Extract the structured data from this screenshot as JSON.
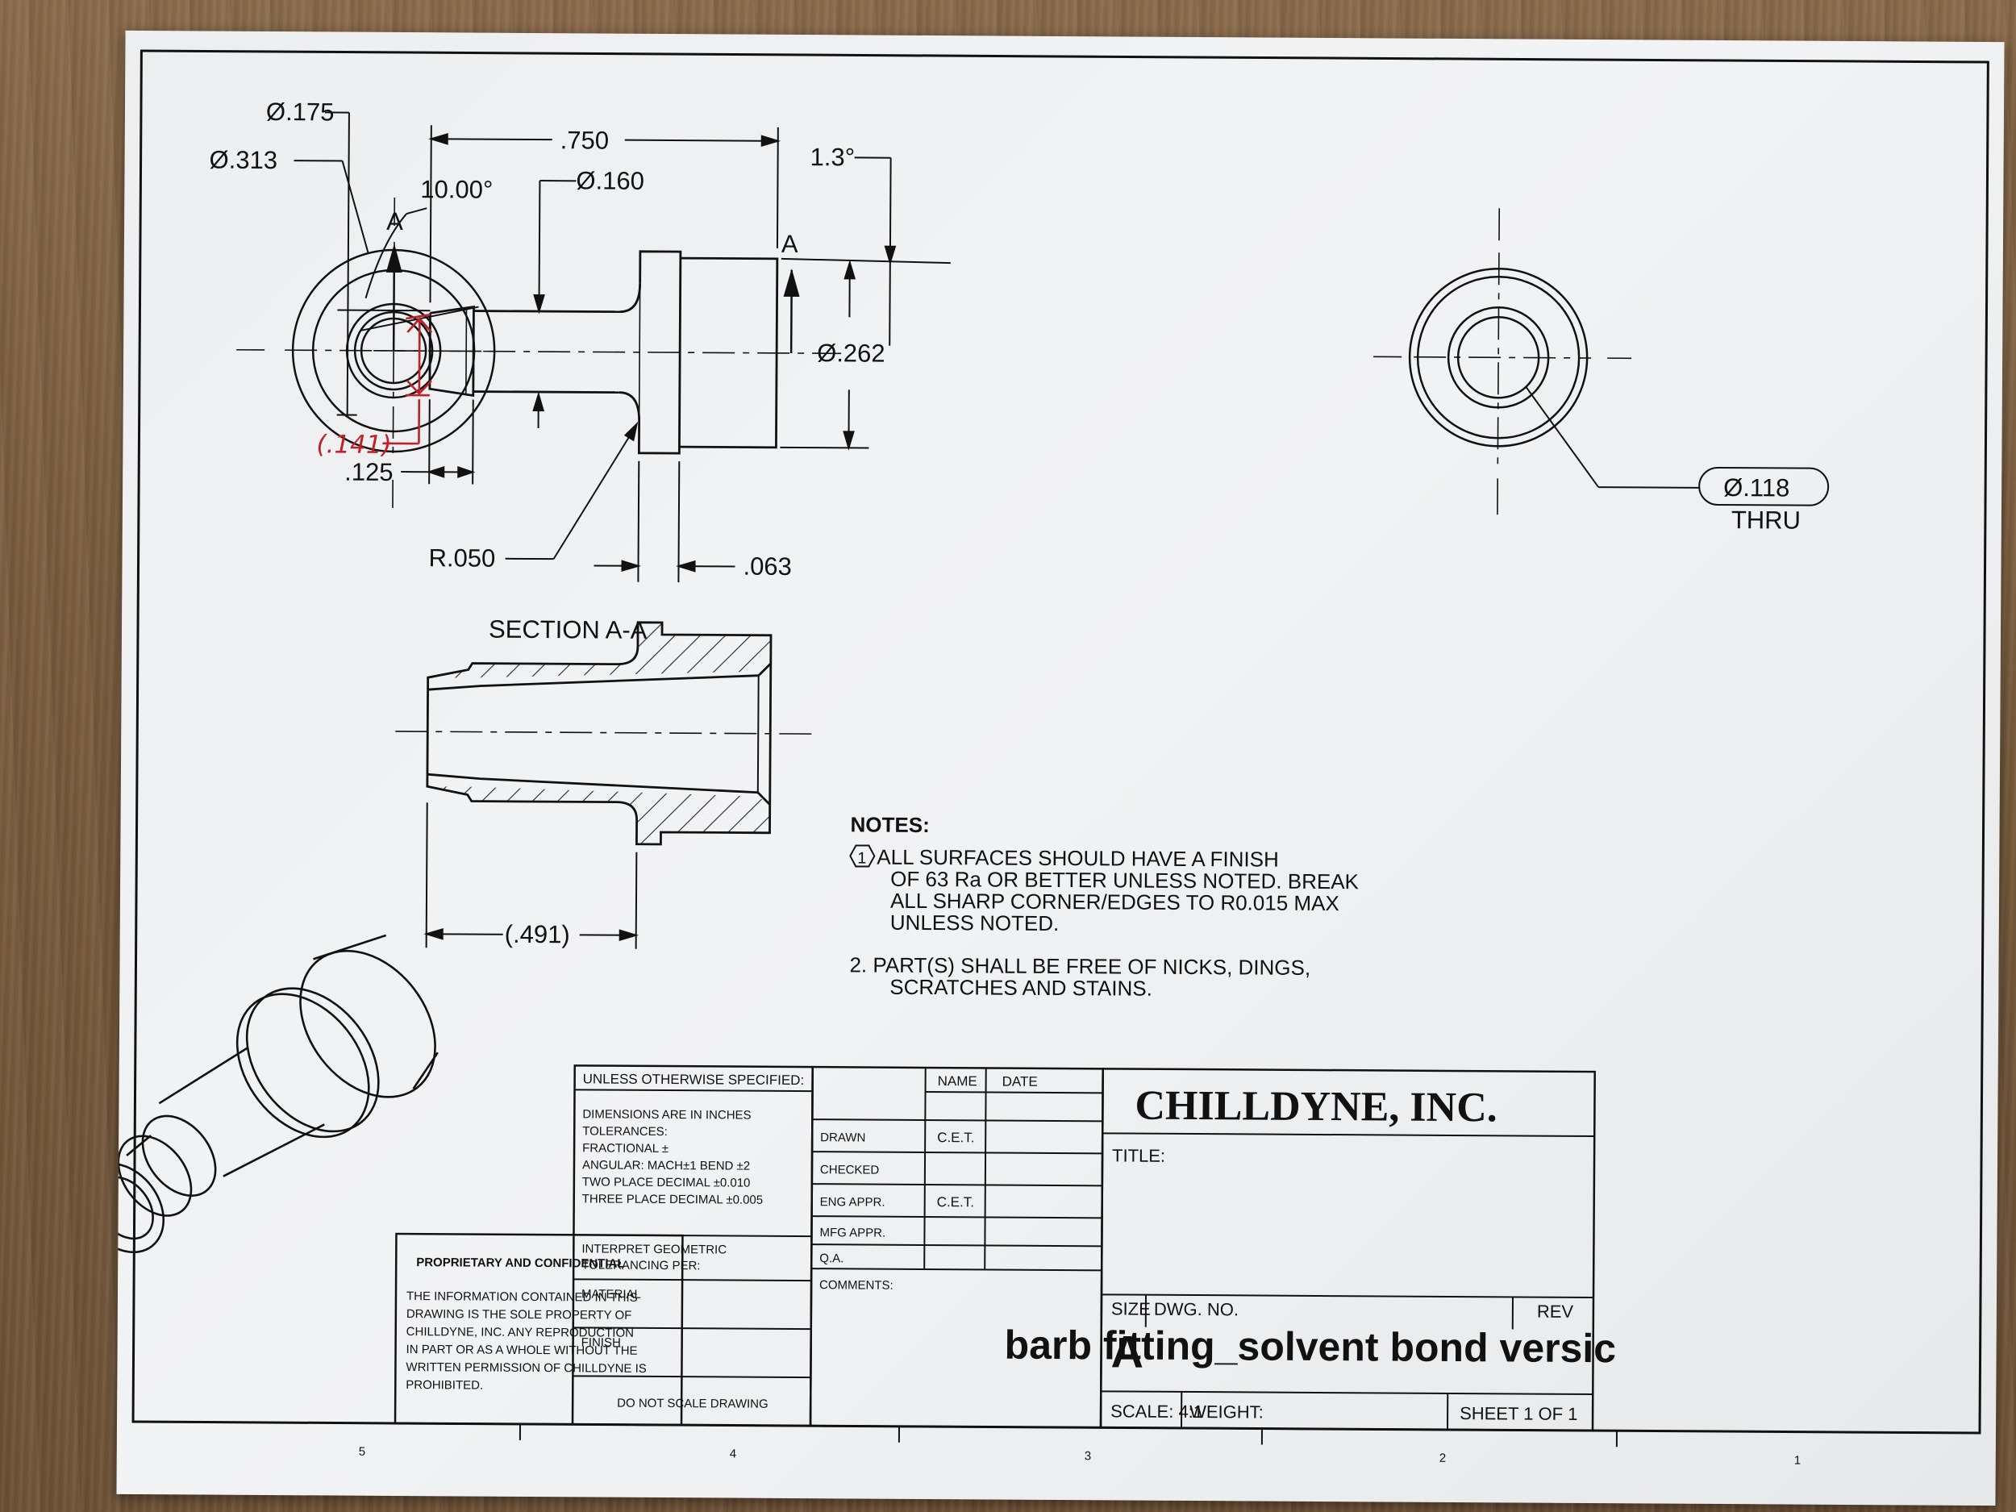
{
  "dimensions": {
    "d313": "Ø.313",
    "d175": "Ø.175",
    "len750": ".750",
    "ang10": "10.00°",
    "d160": "Ø.160",
    "ang13": "1.3°",
    "d262": "Ø.262",
    "d118": "Ø.118",
    "thru": "THRU",
    "len125": ".125",
    "r050": "R.050",
    "len063": ".063",
    "len491": "(.491)",
    "handwritten": "(.141)",
    "section_mark": "A"
  },
  "section_title": "SECTION A-A",
  "notes": {
    "heading": "NOTES:",
    "note1_marker": "1",
    "note1_lines": [
      "ALL SURFACES SHOULD HAVE A FINISH",
      "OF 63 Ra OR BETTER UNLESS NOTED. BREAK",
      "ALL SHARP CORNER/EDGES TO R0.015 MAX",
      "UNLESS NOTED."
    ],
    "note2_lines": [
      "2.  PART(S) SHALL BE FREE OF NICKS, DINGS,",
      "SCRATCHES AND STAINS."
    ]
  },
  "title_block": {
    "unless": "UNLESS OTHERWISE SPECIFIED:",
    "name": "NAME",
    "date": "DATE",
    "dims_lines": [
      "DIMENSIONS ARE IN INCHES",
      "TOLERANCES:",
      "FRACTIONAL ±",
      "ANGULAR: MACH±1  BEND ±2",
      "TWO PLACE DECIMAL    ±0.010",
      "THREE PLACE DECIMAL  ±0.005"
    ],
    "drawn": "DRAWN",
    "drawn_name": "C.E.T.",
    "checked": "CHECKED",
    "eng_appr": "ENG APPR.",
    "eng_name": "C.E.T.",
    "mfg_appr": "MFG APPR.",
    "qa": "Q.A.",
    "comments": "COMMENTS:",
    "interpret_lines": [
      "INTERPRET GEOMETRIC",
      "TOLERANCING PER:"
    ],
    "material": "MATERIAL",
    "finish": "FINISH",
    "do_not_scale": "DO NOT SCALE DRAWING",
    "proprietary": "PROPRIETARY AND CONFIDENTIAL",
    "prop_lines": [
      "THE INFORMATION CONTAINED IN THIS",
      "DRAWING IS THE SOLE PROPERTY OF",
      "CHILLDYNE, INC.  ANY  REPRODUCTION",
      "IN PART OR AS A WHOLE WITHOUT THE",
      "WRITTEN PERMISSION OF CHILLDYNE IS",
      "PROHIBITED."
    ],
    "company": "CHILLDYNE, INC.",
    "title_label": "TITLE:",
    "size": "SIZE",
    "size_value": "A",
    "dwg_no": "DWG.  NO.",
    "rev": "REV",
    "dwg_name": "barb fitting_solvent bond versic",
    "scale": "SCALE: 4:1",
    "weight": "WEIGHT:",
    "sheet": "SHEET 1 OF 1"
  },
  "zones": [
    "5",
    "4",
    "3",
    "2",
    "1"
  ]
}
